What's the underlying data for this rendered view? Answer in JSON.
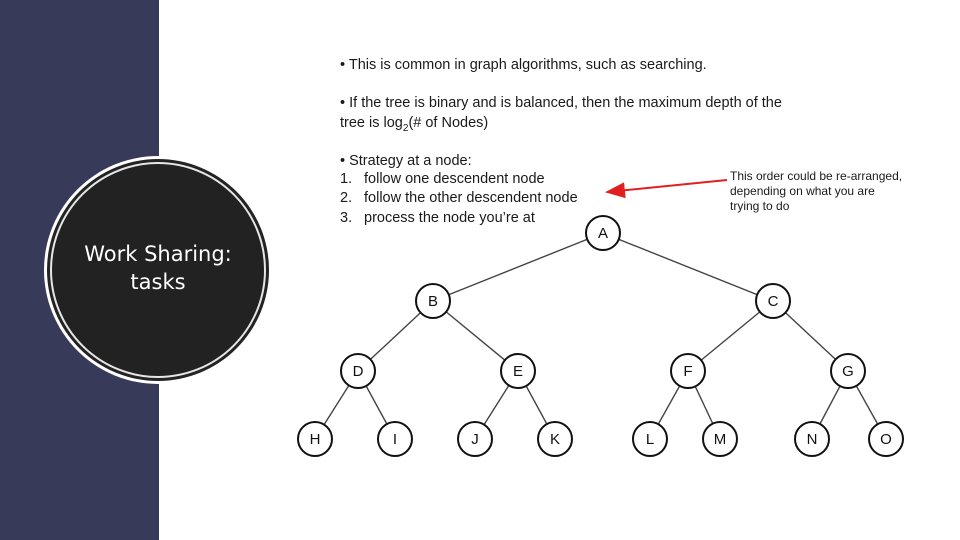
{
  "slide": {
    "title_line1": "Work Sharing:",
    "title_line2": "tasks"
  },
  "content": {
    "bullet1": "• This is common in graph algorithms, such as searching.",
    "bullet2_line1": "• If the tree is binary and is balanced, then the maximum depth of the",
    "bullet2_line2_pre": "tree is log",
    "bullet2_sub": "2",
    "bullet2_line2_post": "(# of Nodes)",
    "bullet3": "• Strategy at a node:",
    "steps": [
      {
        "num": "1.",
        "text": "follow one descendent node"
      },
      {
        "num": "2.",
        "text": "follow the other descendent node"
      },
      {
        "num": "3.",
        "text": "process the node you’re at"
      }
    ],
    "annotation": "This order could be re-arranged, depending on what you are trying to do"
  },
  "tree": {
    "nodes": [
      "A",
      "B",
      "C",
      "D",
      "E",
      "F",
      "G",
      "H",
      "I",
      "J",
      "K",
      "L",
      "M",
      "N",
      "O"
    ],
    "edges": [
      [
        "A",
        "B"
      ],
      [
        "A",
        "C"
      ],
      [
        "B",
        "D"
      ],
      [
        "B",
        "E"
      ],
      [
        "C",
        "F"
      ],
      [
        "C",
        "G"
      ],
      [
        "D",
        "H"
      ],
      [
        "D",
        "I"
      ],
      [
        "E",
        "J"
      ],
      [
        "E",
        "K"
      ],
      [
        "F",
        "L"
      ],
      [
        "F",
        "M"
      ],
      [
        "G",
        "N"
      ],
      [
        "G",
        "O"
      ]
    ]
  },
  "colors": {
    "sidebar": "#383a5a",
    "circle": "#222222",
    "arrow": "#e02020"
  }
}
